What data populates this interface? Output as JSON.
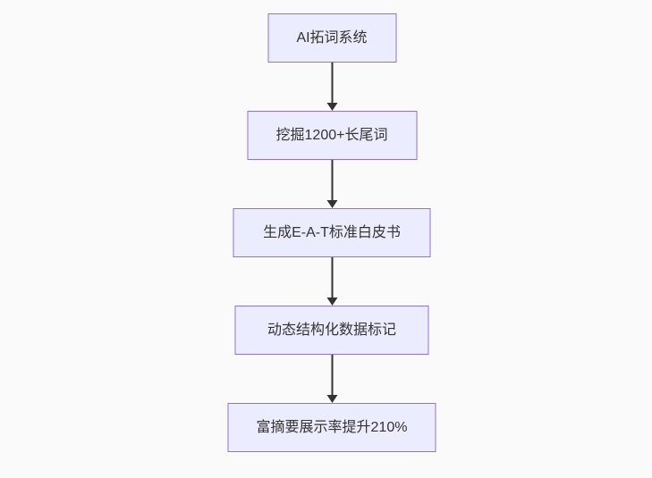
{
  "flowchart": {
    "type": "flowchart",
    "direction": "top-down",
    "nodes": [
      {
        "id": "step-1",
        "label": "AI拓词系统"
      },
      {
        "id": "step-2",
        "label": "挖掘1200+长尾词"
      },
      {
        "id": "step-3",
        "label": "生成E-A-T标准白皮书"
      },
      {
        "id": "step-4",
        "label": "动态结构化数据标记"
      },
      {
        "id": "step-5",
        "label": "富摘要展示率提升210%"
      }
    ],
    "edges": [
      {
        "from": "step-1",
        "to": "step-2"
      },
      {
        "from": "step-2",
        "to": "step-3"
      },
      {
        "from": "step-3",
        "to": "step-4"
      },
      {
        "from": "step-4",
        "to": "step-5"
      }
    ],
    "colors": {
      "background": "#FAFAFA",
      "node_fill": "#ECECFF",
      "node_border": "#9370DB",
      "text": "#333333",
      "arrow": "#333333"
    }
  }
}
